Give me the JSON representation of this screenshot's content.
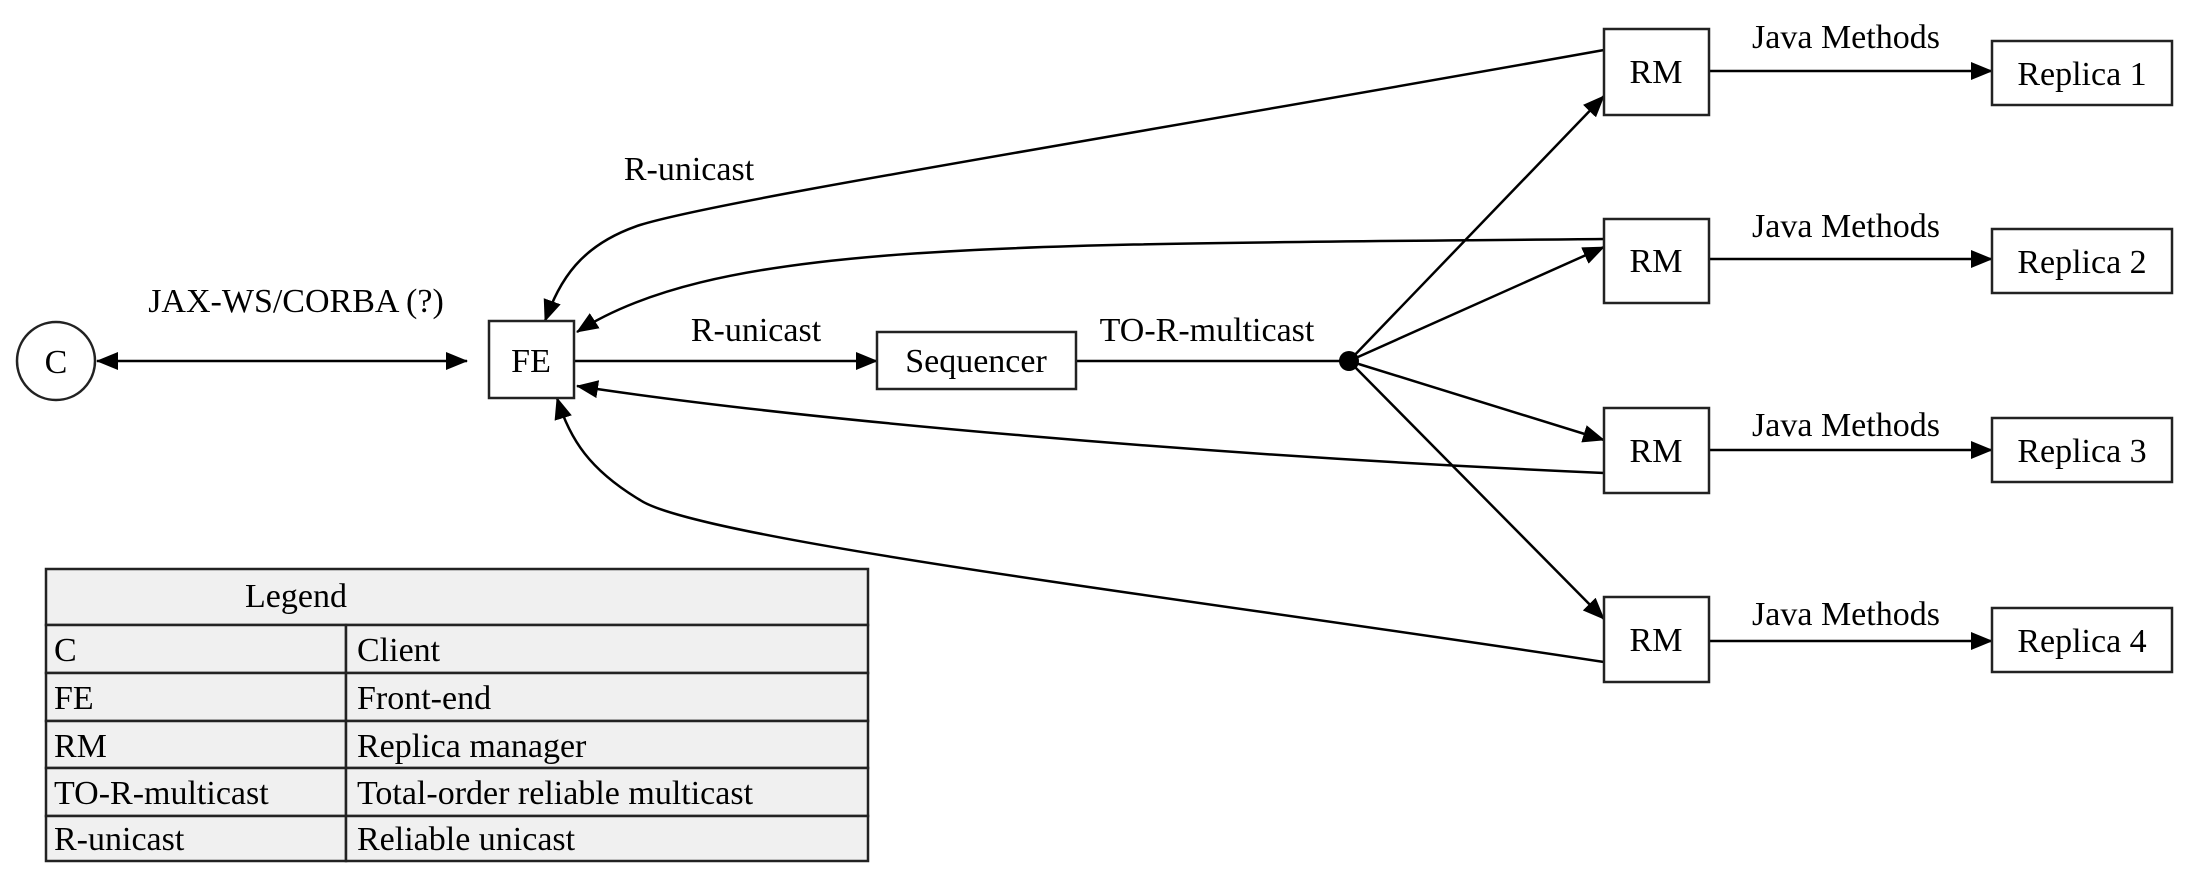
{
  "nodes": {
    "client": "C",
    "front_end": "FE",
    "sequencer": "Sequencer",
    "replica_managers": [
      "RM",
      "RM",
      "RM",
      "RM"
    ],
    "replicas": [
      "Replica 1",
      "Replica 2",
      "Replica 3",
      "Replica 4"
    ]
  },
  "edge_labels": {
    "client_fe": "JAX-WS/CORBA (?)",
    "fe_sequencer": "R-unicast",
    "sequencer_multicast": "TO-R-multicast",
    "rm_fe": "R-unicast",
    "rm_replica": [
      "Java Methods",
      "Java Methods",
      "Java Methods",
      "Java Methods"
    ]
  },
  "legend": {
    "title": "Legend",
    "rows": [
      {
        "abbr": "C",
        "meaning": "Client"
      },
      {
        "abbr": "FE",
        "meaning": "Front-end"
      },
      {
        "abbr": "RM",
        "meaning": "Replica manager"
      },
      {
        "abbr": "TO-R-multicast",
        "meaning": "Total-order reliable multicast"
      },
      {
        "abbr": "R-unicast",
        "meaning": "Reliable unicast"
      }
    ]
  }
}
